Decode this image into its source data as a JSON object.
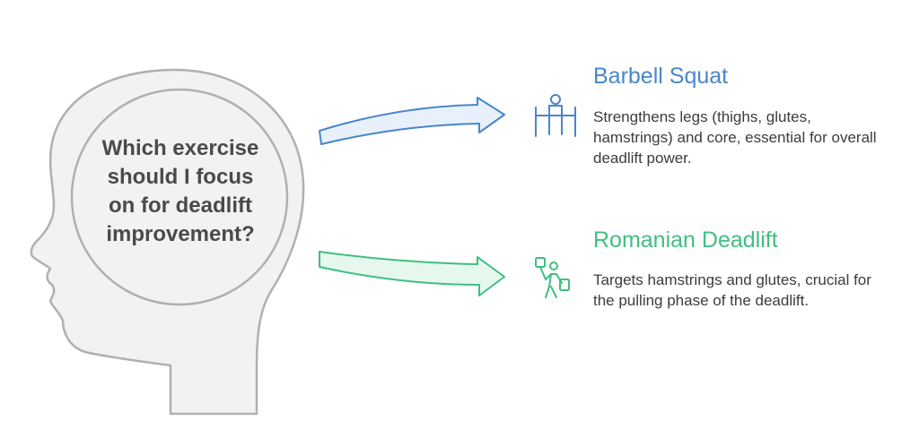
{
  "question": {
    "line1": "Which exercise",
    "line2": "should I focus",
    "line3": "on for deadlift",
    "line4": "improvement?"
  },
  "options": [
    {
      "title": "Barbell Squat",
      "description": "Strengthens legs (thighs, glutes, hamstrings) and core, essential for overall deadlift power.",
      "color": "#4a86c8",
      "fill": "#e8f0fb",
      "icon": "barbell-squat-icon"
    },
    {
      "title": "Romanian Deadlift",
      "description": "Targets hamstrings and glutes, crucial for the pulling phase of the deadlift.",
      "color": "#3fbf7f",
      "fill": "#e6f7ee",
      "icon": "person-lifting-icon"
    }
  ],
  "colors": {
    "head_outline": "#b0b0b0",
    "head_fill": "#f2f2f2",
    "text": "#4a4a4a"
  }
}
